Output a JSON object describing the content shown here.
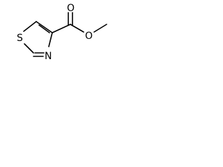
{
  "molecule": {
    "atoms": {
      "sulfur": "S",
      "nitrogen": "N",
      "carbonyl_oxygen": "O",
      "ester_oxygen": "O"
    },
    "colors": {
      "bond": "#000000",
      "label": "#000000",
      "background": "#ffffff"
    }
  }
}
